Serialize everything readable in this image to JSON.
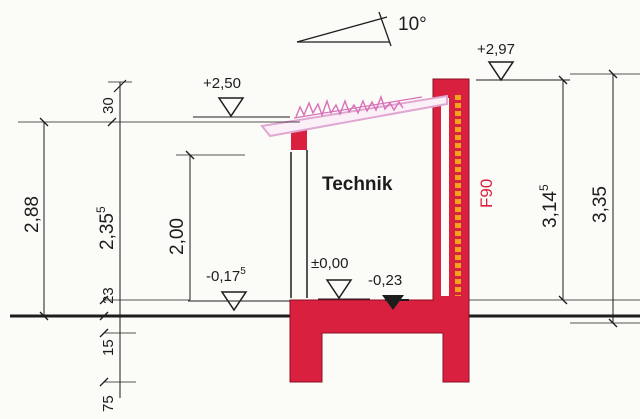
{
  "roof_slope_label": "10°",
  "levels": {
    "top_wall": "+2,97",
    "top_roof": "+2,50",
    "outside_ground": "-0,17",
    "outside_ground_sup": "5",
    "floor": "±0,00",
    "pit": "-0,23"
  },
  "room_label": "Technik",
  "fire_rating_label": "F90",
  "dimensions_left": {
    "total_height": "2,88",
    "roof_band": "30",
    "inner_height": "2,35",
    "inner_height_sup": "5",
    "base_band": "23",
    "slab": "15",
    "foundation": "75",
    "door_height": "2,00"
  },
  "dimensions_right": {
    "wall_height": "3,14",
    "wall_height_sup": "5",
    "total_height": "3,35"
  },
  "colors": {
    "wall_fill": "#d9203f",
    "insulation": "#f0a21c",
    "roof_outline": "#e0a7d1",
    "green_roof": "#d870b8",
    "line": "#1d1d1d"
  }
}
